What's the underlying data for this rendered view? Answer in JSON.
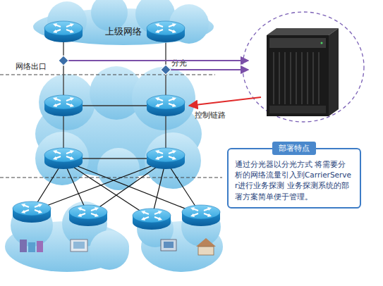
{
  "diagram": {
    "nodes": [
      {
        "text": [
          "上级网络"
        ]
      },
      {
        "text": [
          "部署特点",
          "通过分光器以分光方式 将需要分析的网络流量引入到CarrierServer进行业务探测 业务探测系统的部署方案简单便于管理。"
        ]
      }
    ],
    "labels": [
      "网络出口",
      "分光",
      "控制链路"
    ]
  }
}
